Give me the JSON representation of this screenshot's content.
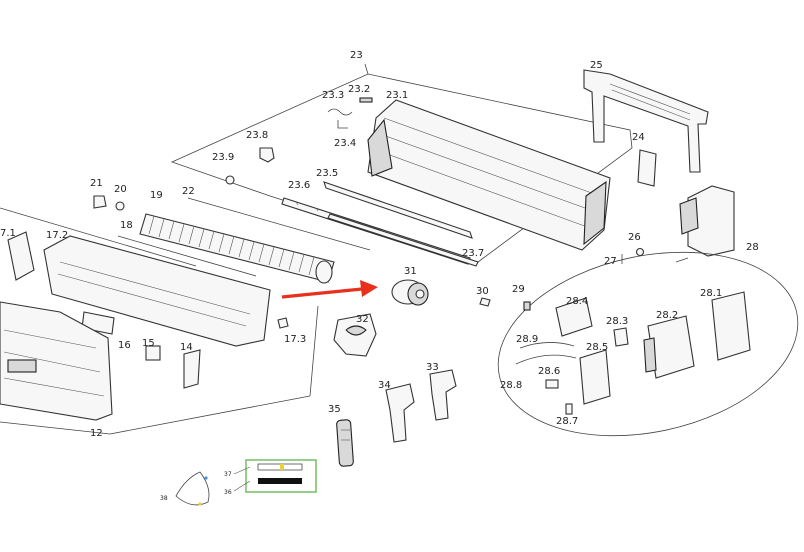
{
  "labels": {
    "p23": "23",
    "p23_1": "23.1",
    "p23_2": "23.2",
    "p23_3": "23.3",
    "p23_4": "23.4",
    "p23_5": "23.5",
    "p23_6": "23.6",
    "p23_7": "23.7",
    "p23_8": "23.8",
    "p23_9": "23.9",
    "p25": "25",
    "p24": "24",
    "p26": "26",
    "p27": "27",
    "p28": "28",
    "p28_1": "28.1",
    "p28_2": "28.2",
    "p28_3": "28.3",
    "p28_4": "28.4",
    "p28_5": "28.5",
    "p28_6": "28.6",
    "p28_7": "28.7",
    "p28_8": "28.8",
    "p28_9": "28.9",
    "p29": "29",
    "p30": "30",
    "p31": "31",
    "p32": "32",
    "p33": "33",
    "p34": "34",
    "p35": "35",
    "p21": "21",
    "p20": "20",
    "p19": "19",
    "p22": "22",
    "p18": "18",
    "p17_1": "7.1",
    "p17_2": "17.2",
    "p17_3": "17.3",
    "p16": "16",
    "p15": "15",
    "p14": "14",
    "p12": "12",
    "p36": "36",
    "p37": "37",
    "p38": "38"
  },
  "colors": {
    "line": "#333333",
    "arrow": "#e8301c",
    "highlight_box": "#7cc36a",
    "accent_yellow": "#e8d23a",
    "accent_blue": "#4a8fd8"
  },
  "callout": {
    "points_to": "31"
  }
}
